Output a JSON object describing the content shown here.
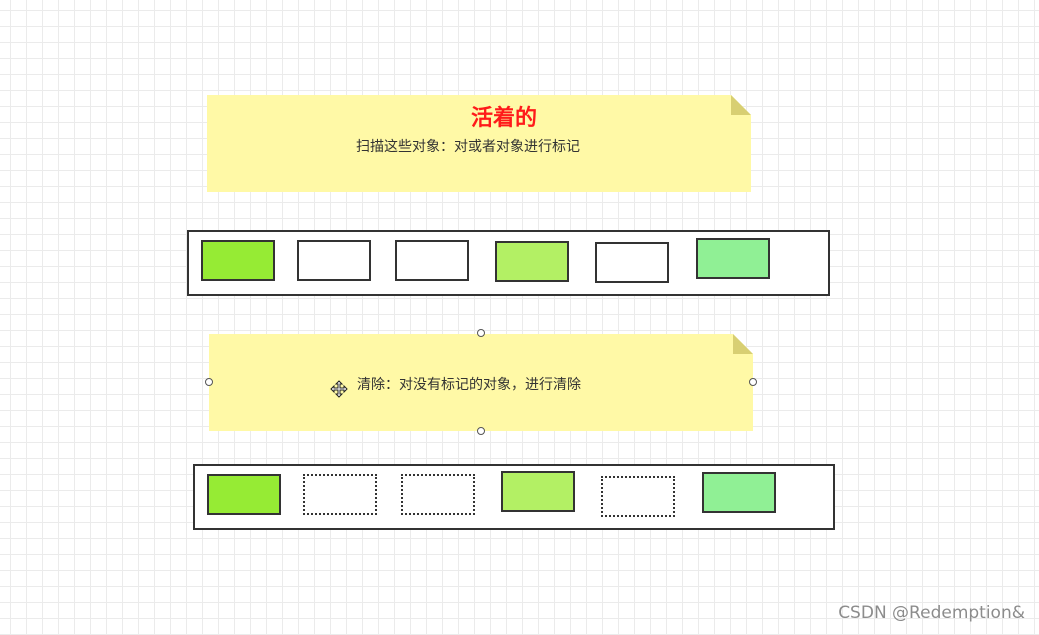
{
  "note_top": {
    "title": "活着的",
    "text": "扫描这些对象：对或者对象进行标记"
  },
  "note_bottom": {
    "text": "清除：对没有标记的对象，进行清除"
  },
  "strip_mark": {
    "objects": [
      {
        "state": "live",
        "color": "#96eb34"
      },
      {
        "state": "empty",
        "color": "#ffffff"
      },
      {
        "state": "empty",
        "color": "#ffffff"
      },
      {
        "state": "live",
        "color": "#b3f064"
      },
      {
        "state": "empty",
        "color": "#ffffff"
      },
      {
        "state": "live",
        "color": "#90f095"
      }
    ]
  },
  "strip_sweep": {
    "objects": [
      {
        "state": "live",
        "color": "#96eb34"
      },
      {
        "state": "cleared",
        "color": "none"
      },
      {
        "state": "cleared",
        "color": "none"
      },
      {
        "state": "live",
        "color": "#b3f064"
      },
      {
        "state": "cleared",
        "color": "none"
      },
      {
        "state": "live",
        "color": "#90f095"
      }
    ]
  },
  "watermark": "CSDN @Redemption&",
  "icons": {
    "move": "move-cursor-icon"
  }
}
